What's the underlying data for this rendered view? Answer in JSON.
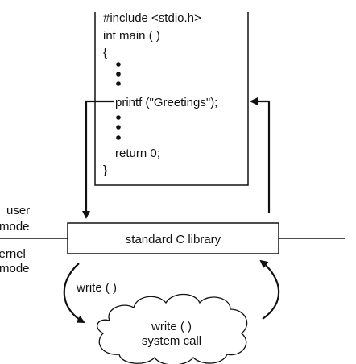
{
  "program": {
    "lines": [
      "#include <stdio.h>",
      "int main ( )",
      "{",
      "printf (\"Greetings\");",
      "return 0;",
      "}"
    ]
  },
  "modes": {
    "user_line1": "user",
    "user_line2": "mode",
    "kernel_line1": "kernel",
    "kernel_line2": "mode"
  },
  "library": {
    "label": "standard C library"
  },
  "write_call": {
    "label": "write ( )"
  },
  "system_call": {
    "line1": "write ( )",
    "line2": "system call"
  }
}
